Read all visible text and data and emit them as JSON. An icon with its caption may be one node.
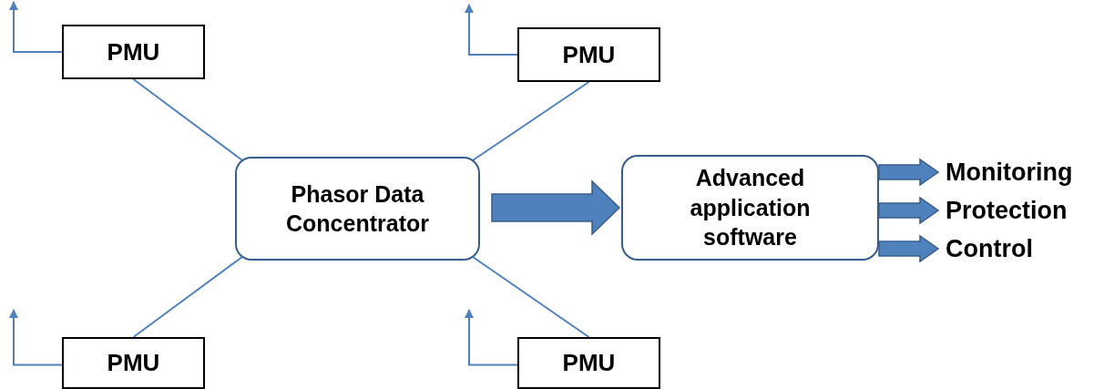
{
  "diagram": {
    "nodes": [
      {
        "text": [
          "PMU"
        ]
      },
      {
        "text": [
          "PMU"
        ]
      },
      {
        "text": [
          "Phasor Data Concentrator"
        ]
      },
      {
        "text": [
          "Advanced application software"
        ]
      },
      {
        "text": [
          "Monitoring"
        ]
      },
      {
        "text": [
          "Protection"
        ]
      },
      {
        "text": [
          "Control"
        ]
      },
      {
        "text": [
          "PMU"
        ]
      },
      {
        "text": [
          "PMU"
        ]
      }
    ],
    "edges": [
      {
        "from": 0,
        "to": 2,
        "arrow": "none"
      },
      {
        "from": 1,
        "to": 2,
        "arrow": "none"
      },
      {
        "from": 7,
        "to": 2,
        "arrow": "none"
      },
      {
        "from": 8,
        "to": 2,
        "arrow": "none"
      },
      {
        "from": 0,
        "to": null,
        "arrow": "to"
      },
      {
        "from": 1,
        "to": null,
        "arrow": "to"
      },
      {
        "from": 7,
        "to": null,
        "arrow": "to"
      },
      {
        "from": 8,
        "to": null,
        "arrow": "to"
      },
      {
        "from": 2,
        "to": 3,
        "arrow": "to",
        "style": "thick"
      },
      {
        "from": 3,
        "to": 4,
        "arrow": "to",
        "style": "thick"
      },
      {
        "from": 3,
        "to": 5,
        "arrow": "to",
        "style": "thick"
      },
      {
        "from": 3,
        "to": 6,
        "arrow": "to",
        "style": "thick"
      }
    ]
  }
}
